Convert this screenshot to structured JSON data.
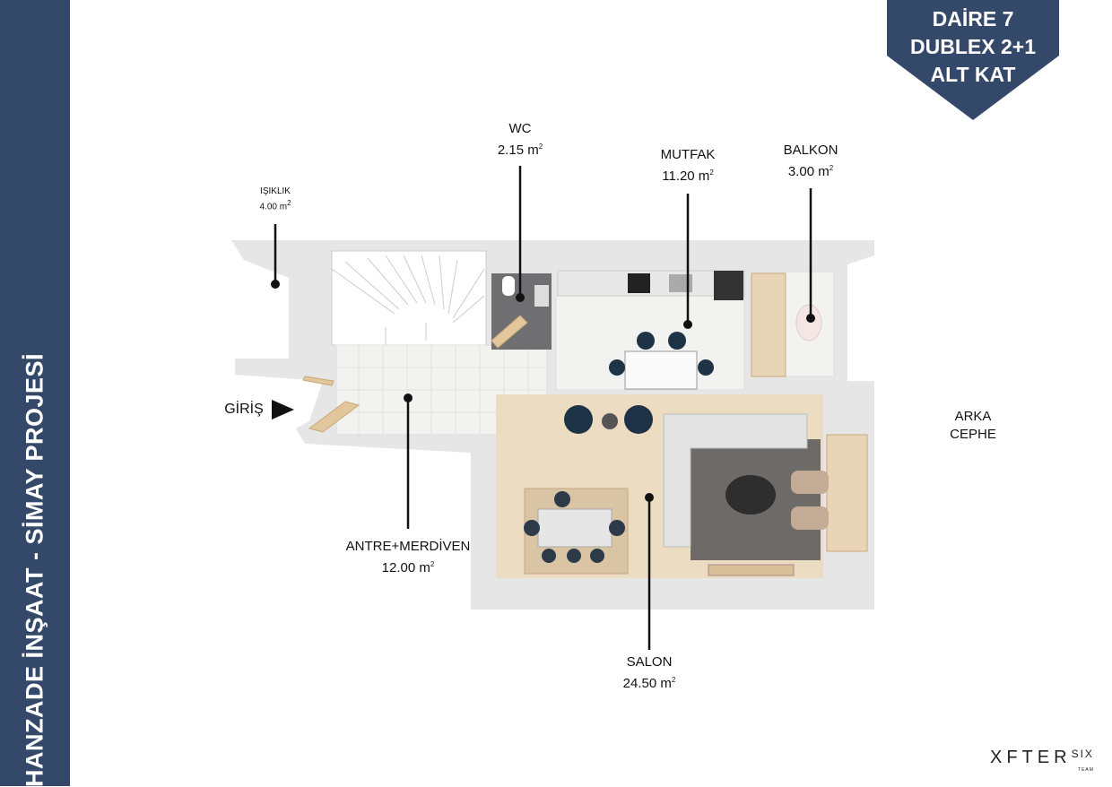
{
  "project_title": "HANZADE İNŞAAT - SİMAY PROJESİ",
  "unit_badge": {
    "line1": "DAİRE 7",
    "line2": "DUBLEX 2+1",
    "line3": "ALT KAT"
  },
  "rooms": {
    "isiklik": {
      "name": "IŞIKLIK",
      "area": "4.00 m"
    },
    "wc": {
      "name": "WC",
      "area": "2.15 m"
    },
    "mutfak": {
      "name": "MUTFAK",
      "area": "11.20 m"
    },
    "balkon": {
      "name": "BALKON",
      "area": "3.00 m"
    },
    "antre": {
      "name": "ANTRE+MERDİVEN",
      "area": "12.00 m"
    },
    "salon": {
      "name": "SALON",
      "area": "24.50 m"
    }
  },
  "area_unit_exponent": "2",
  "entrance_label": "GİRİŞ",
  "rear_facade": {
    "line1": "ARKA",
    "line2": "CEPHE"
  },
  "logo": {
    "main": "XFTER",
    "suffix": "SIX",
    "sub": "TEAM"
  },
  "colors": {
    "navy": "#34486a",
    "wood": "#e8d5b8",
    "rug": "#6e6a68",
    "tile": "#f2f2f0"
  }
}
